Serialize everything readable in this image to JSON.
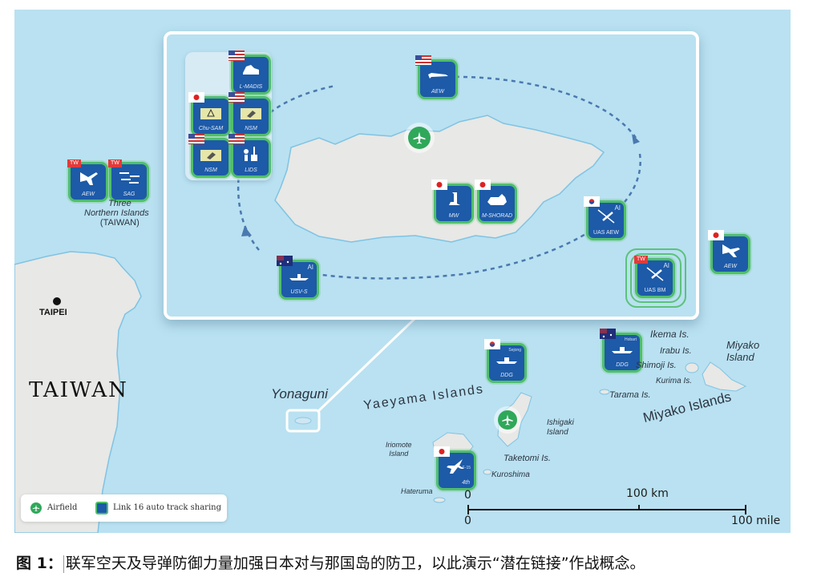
{
  "map": {
    "title_region": "TAIWAN",
    "capital": "TAIPEI",
    "three_northern_islands": [
      "Three",
      "Northern Islands",
      "(TAIWAN)"
    ],
    "yonaguni": "Yonaguni",
    "yaeyama_islands": "Yaeyama Islands",
    "miyako_islands": "Miyako Islands",
    "place_labels": {
      "iriomote": [
        "Iriomote",
        "Island"
      ],
      "ishigaki": [
        "Ishigaki",
        "Island"
      ],
      "taketomi": "Taketomi Is.",
      "kuroshima": "Kuroshima",
      "hateruma": "Hateruma",
      "ikema": "Ikema Is.",
      "irabu": "Irabu Is.",
      "shimoji": "Shimoji Is.",
      "kurima": "Kurima Is.",
      "tarama": "Tarama Is.",
      "miyako_island": [
        "Miyako",
        "Island"
      ]
    }
  },
  "units": {
    "l_madis": {
      "label": "L-MADIS",
      "nation": "US"
    },
    "chu_sam": {
      "label": "Chu-SAM",
      "nation": "JP"
    },
    "nsm_1": {
      "label": "NSM",
      "nation": "US"
    },
    "nsm_2": {
      "label": "NSM",
      "nation": "US"
    },
    "lids": {
      "label": "LIDS",
      "nation": "US"
    },
    "aew_us": {
      "label": "AEW",
      "nation": "US"
    },
    "mw": {
      "label": "MW",
      "nation": "JP"
    },
    "m_shorad": {
      "label": "M-SHORAD",
      "nation": "JP"
    },
    "uas_aew": {
      "label": "UAS AEW",
      "nation": "KR",
      "badge": "AI"
    },
    "usv_s": {
      "label": "USV-S",
      "nation": "AU",
      "badge": "AI"
    },
    "uas_bm": {
      "label": "UAS BM",
      "nation": "TW",
      "badge": "AI",
      "tag": "TW"
    },
    "aew_jp": {
      "label": "AEW",
      "nation": "JP"
    },
    "aew_tw": {
      "label": "AEW",
      "nation": "TW",
      "tag": "TW"
    },
    "sag_tw": {
      "label": "SAG",
      "nation": "TW",
      "tag": "TW"
    },
    "ddg_kr": {
      "label": "DDG",
      "nation": "KR",
      "sub": "Sejong"
    },
    "ddg_au": {
      "label": "DDG",
      "nation": "AU",
      "sub": "Hobart"
    },
    "f15": {
      "label": "4th",
      "nation": "JP",
      "sub": "F-15"
    }
  },
  "legend": {
    "airfield": "Airfield",
    "link16": "Link 16 auto track sharing"
  },
  "scale_bar": {
    "km_zero": "0",
    "km_label": "100 km",
    "mile_zero": "0",
    "mile_label": "100 mile"
  },
  "caption": {
    "prefix": "图 1：",
    "text": "联军空天及导弹防御力量加强日本对与那国岛的防卫，以此演示“潜在链接”作战概念。"
  },
  "colors": {
    "sea": "#b9e1f1",
    "land": "#e8e8e6",
    "unit_fill": "#1d5aa8",
    "unit_border": "#4fbf6a",
    "airfield": "#2fa85a",
    "route": "#4a78b0"
  }
}
